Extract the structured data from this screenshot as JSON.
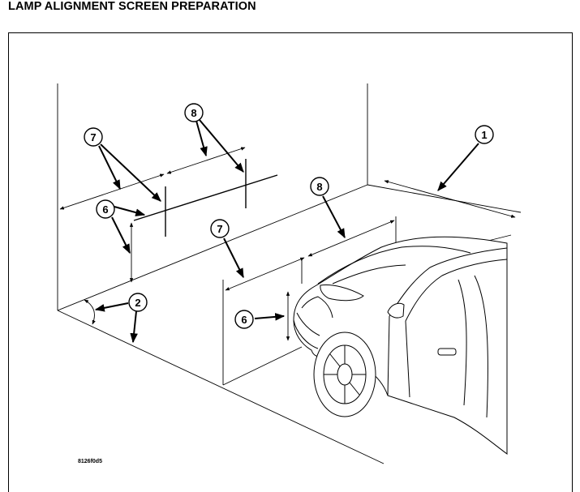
{
  "title": "LAMP ALIGNMENT SCREEN PREPARATION",
  "figure_code": "8126f0d5",
  "callouts": {
    "c1": "1",
    "c2": "2",
    "c6a": "6",
    "c6b": "6",
    "c7a": "7",
    "c7b": "7",
    "c8a": "8",
    "c8b": "8"
  }
}
